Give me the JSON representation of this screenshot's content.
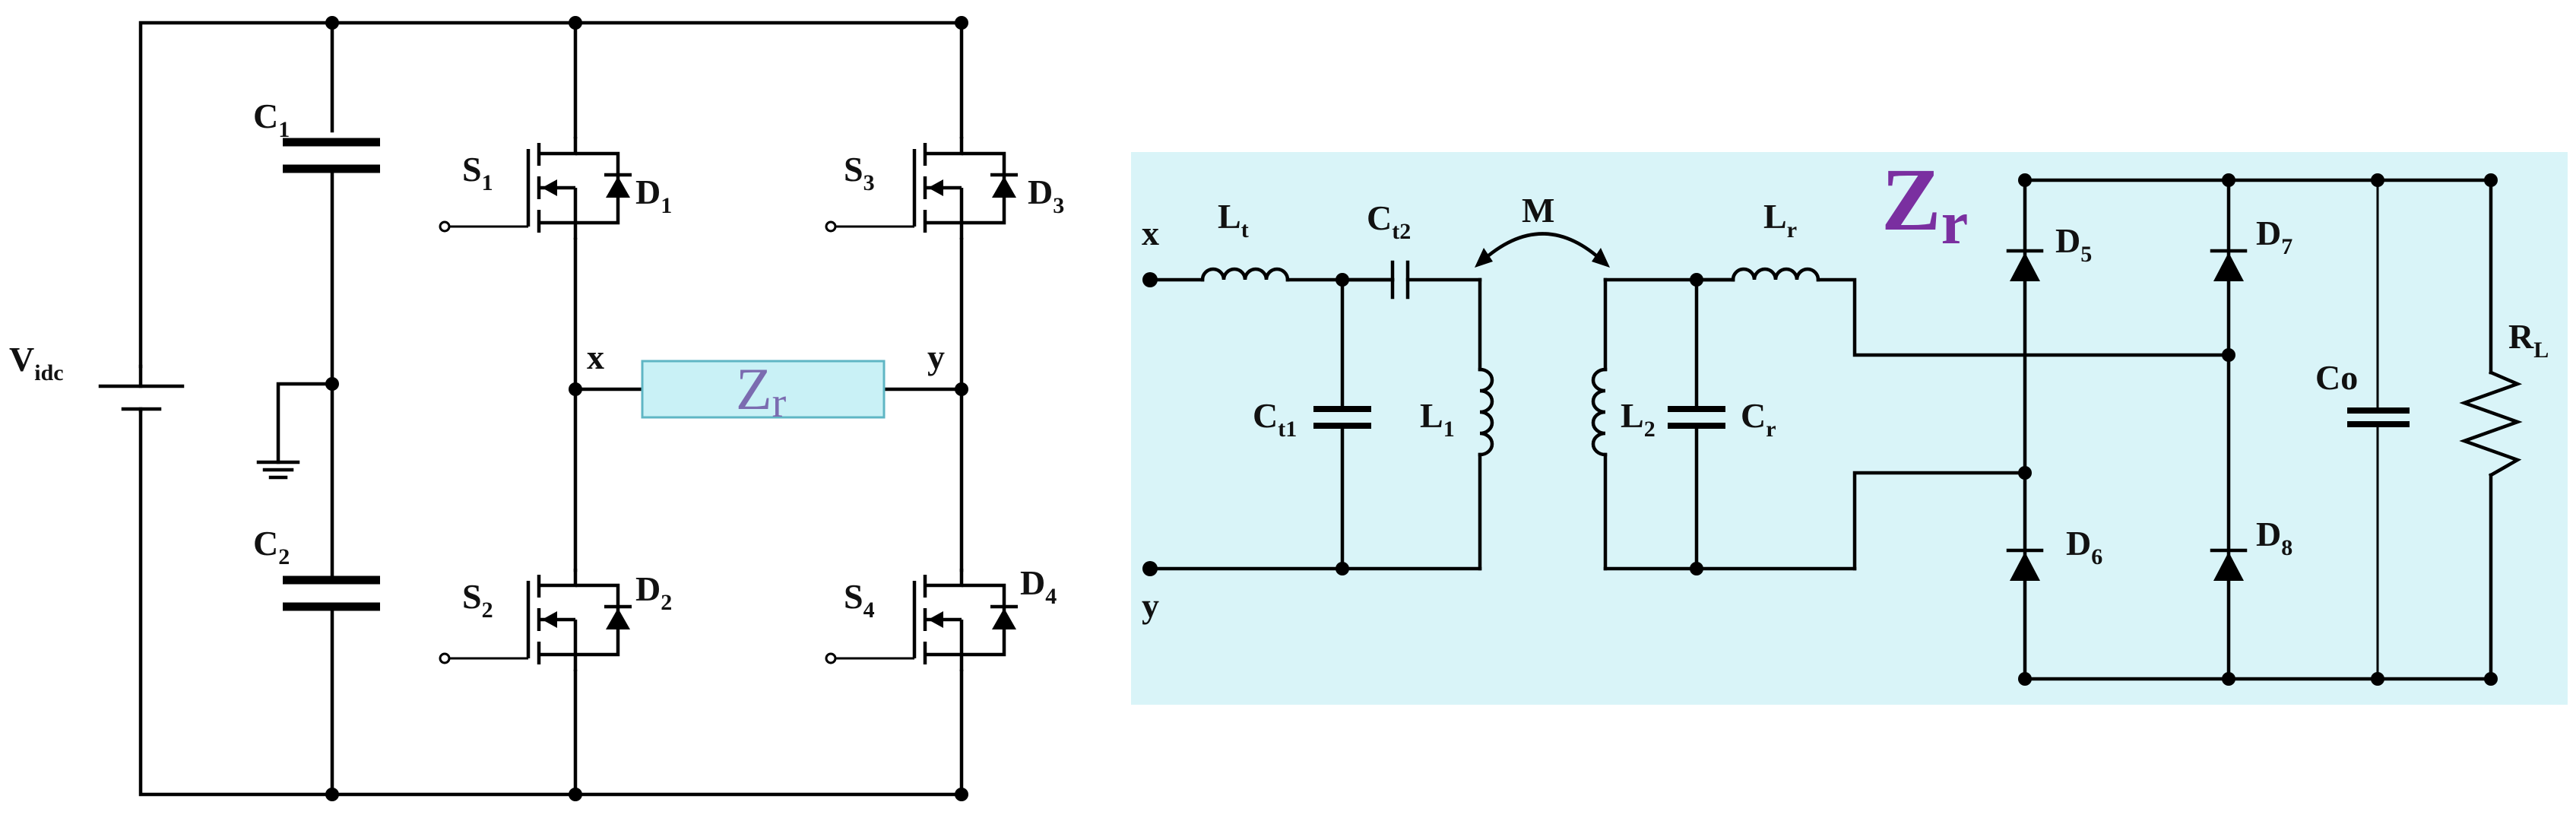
{
  "left": {
    "source": {
      "main": "V",
      "sub": "idc"
    },
    "c1": {
      "main": "C",
      "sub": "1"
    },
    "c2": {
      "main": "C",
      "sub": "2"
    },
    "s1": {
      "main": "S",
      "sub": "1"
    },
    "d1": {
      "main": "D",
      "sub": "1"
    },
    "s2": {
      "main": "S",
      "sub": "2"
    },
    "d2": {
      "main": "D",
      "sub": "2"
    },
    "s3": {
      "main": "S",
      "sub": "3"
    },
    "d3": {
      "main": "D",
      "sub": "3"
    },
    "s4": {
      "main": "S",
      "sub": "4"
    },
    "d4": {
      "main": "D",
      "sub": "4"
    },
    "node_x": "x",
    "node_y": "y",
    "zr_box": {
      "main": "Z",
      "sub": "r"
    }
  },
  "right": {
    "title": {
      "main": "Z",
      "sub": "r"
    },
    "node_x": "x",
    "node_y": "y",
    "lt": {
      "main": "L",
      "sub": "t"
    },
    "ct2": {
      "main": "C",
      "sub": "t2"
    },
    "ct1": {
      "main": "C",
      "sub": "t1"
    },
    "mutual": "M",
    "l1": {
      "main": "L",
      "sub": "1"
    },
    "l2": {
      "main": "L",
      "sub": "2"
    },
    "cr": {
      "main": "C",
      "sub": "r"
    },
    "lr": {
      "main": "L",
      "sub": "r"
    },
    "d5": {
      "main": "D",
      "sub": "5"
    },
    "d6": {
      "main": "D",
      "sub": "6"
    },
    "d7": {
      "main": "D",
      "sub": "7"
    },
    "d8": {
      "main": "D",
      "sub": "8"
    },
    "co": "Co",
    "rl": {
      "main": "R",
      "sub": "L"
    }
  },
  "colors": {
    "panel": "#d9f4f8",
    "box": "#c9f1f6",
    "zr": "#7a2fa0"
  }
}
